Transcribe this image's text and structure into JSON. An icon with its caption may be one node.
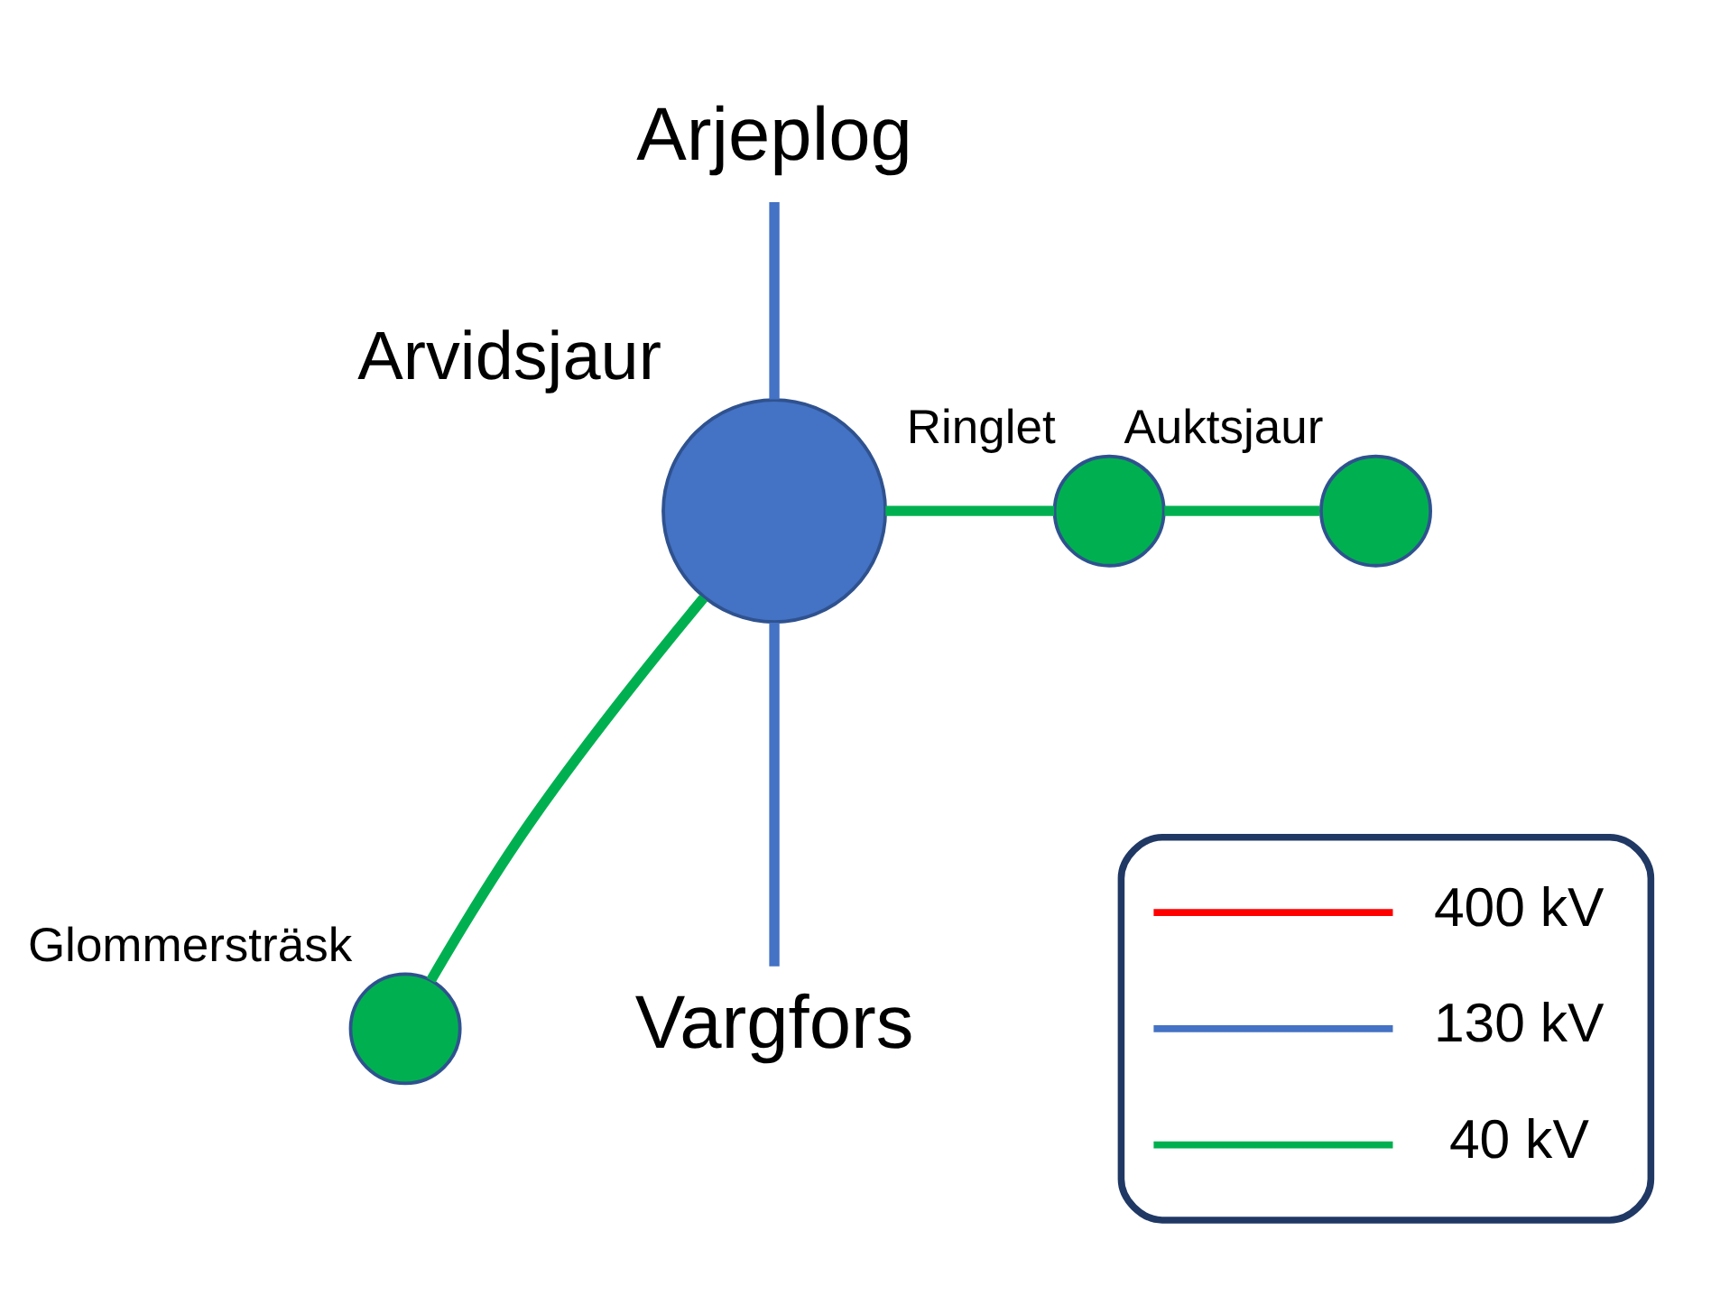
{
  "diagram": {
    "nodes": [
      {
        "text": [
          "Arjeplog"
        ]
      },
      {
        "text": [],
        "shape": "circle",
        "beside": [
          "Arvidsjaur"
        ]
      },
      {
        "text": [],
        "shape": "circle",
        "beside": [
          "Ringlet"
        ]
      },
      {
        "text": [],
        "shape": "circle",
        "beside": [
          "Auktsjaur"
        ]
      },
      {
        "text": [],
        "shape": "circle",
        "beside": [
          "Glommersträsk"
        ]
      },
      {
        "text": [
          "Vargfors"
        ]
      }
    ],
    "edges": [
      {
        "from": 0,
        "to": 1,
        "arrow": "none",
        "color": "#4472c4"
      },
      {
        "from": 1,
        "to": 5,
        "arrow": "none",
        "color": "#4472c4"
      },
      {
        "from": 1,
        "to": 2,
        "arrow": "none"
      },
      {
        "from": 2,
        "to": 3,
        "arrow": "none"
      },
      {
        "from": 1,
        "to": 4,
        "arrow": "none"
      }
    ],
    "legend": [
      {
        "text": "400 kV"
      },
      {
        "text": "130 kV"
      },
      {
        "text": "40 kV"
      }
    ]
  }
}
